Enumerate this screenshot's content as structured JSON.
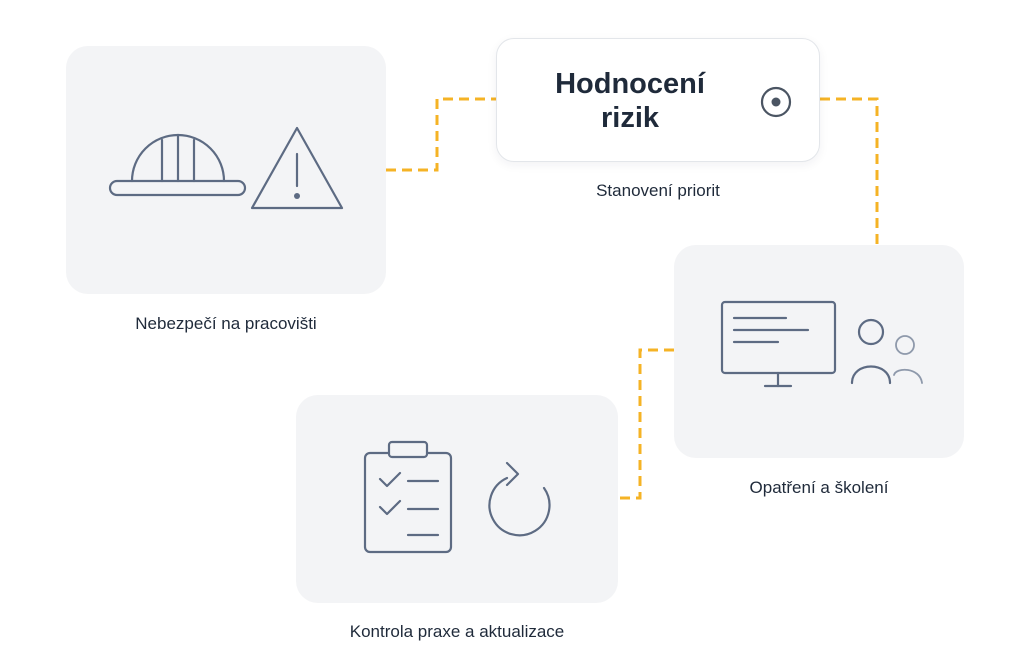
{
  "colors": {
    "connector": "#f5b325",
    "card_background": "#f3f4f6",
    "icon_stroke": "#5d6b83",
    "text": "#1f2a3a"
  },
  "focus_step": {
    "title": "Hodnocení rizik",
    "icon": "target-radio-icon",
    "caption": "Stanovení priorit"
  },
  "steps": [
    {
      "caption": "Nebezpečí na pracovišti",
      "icons": [
        "hard-hat-icon",
        "warning-triangle-icon"
      ]
    },
    {
      "caption": "Opatření a školení",
      "icons": [
        "monitor-icon",
        "people-icon"
      ]
    },
    {
      "caption": "Kontrola praxe a aktualizace",
      "icons": [
        "clipboard-checklist-icon",
        "refresh-arrow-icon"
      ]
    }
  ]
}
